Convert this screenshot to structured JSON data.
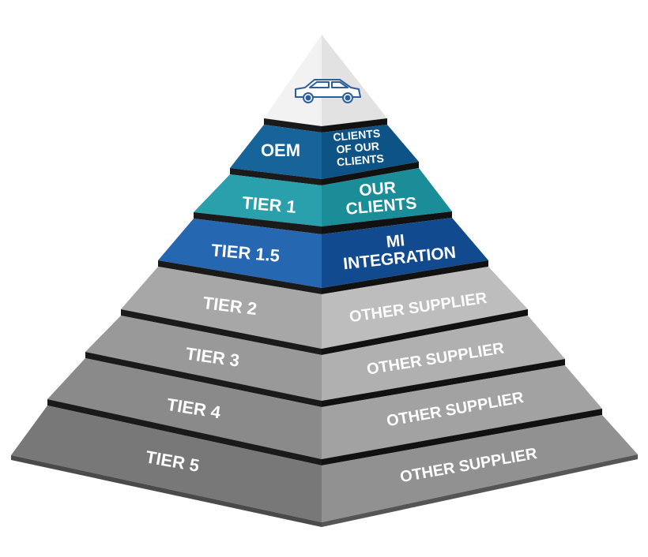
{
  "pyramid": {
    "apex_icon": "car-icon",
    "tiers": [
      {
        "tier": "OEM",
        "role": "CLIENTS OF OUR CLIENTS",
        "color_left": "#17649b",
        "color_right": "#0d5386"
      },
      {
        "tier": "TIER 1",
        "role": "OUR CLIENTS",
        "color_left": "#2aa0ac",
        "color_right": "#1b8d99"
      },
      {
        "tier": "TIER 1.5",
        "role": "MI INTEGRATION",
        "color_left": "#2667b2",
        "color_right": "#114a8e"
      },
      {
        "tier": "TIER 2",
        "role": "OTHER SUPPLIER",
        "color_left": "#a7a7a7",
        "color_right": "#bdbdbd"
      },
      {
        "tier": "TIER 3",
        "role": "OTHER SUPPLIER",
        "color_left": "#999999",
        "color_right": "#b0b0b0"
      },
      {
        "tier": "TIER 4",
        "role": "OTHER SUPPLIER",
        "color_left": "#8a8a8a",
        "color_right": "#a2a2a2"
      },
      {
        "tier": "TIER 5",
        "role": "OTHER SUPPLIER",
        "color_left": "#787878",
        "color_right": "#919191"
      }
    ]
  }
}
